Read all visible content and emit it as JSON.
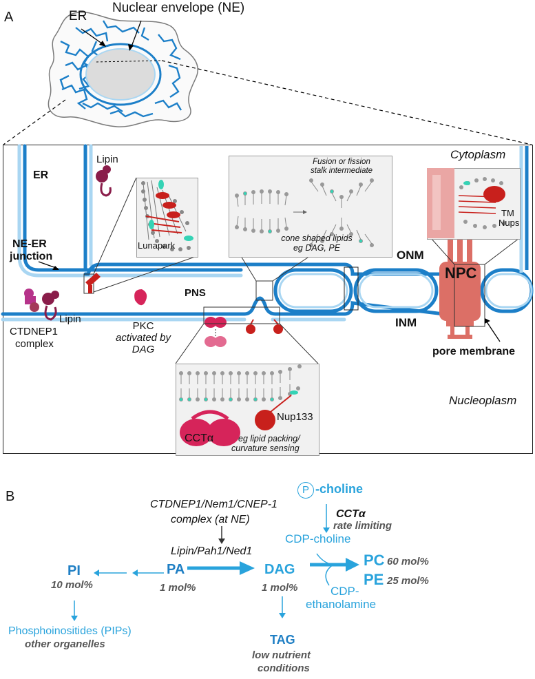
{
  "panel_a": {
    "letter": "A",
    "cell": {
      "er": "ER",
      "ne": "Nuclear envelope (NE)"
    },
    "labels": {
      "er": "ER",
      "lipin_top": "Lipin",
      "ne_er_junction_line1": "NE-ER",
      "ne_er_junction_line2": "junction",
      "cytoplasm": "Cytoplasm",
      "onm": "ONM",
      "pns": "PNS",
      "inm": "INM",
      "npc": "NPC",
      "pore_membrane": "pore membrane",
      "nucleoplasm": "Nucleoplasm",
      "ctdnep1_line1": "CTDNEP1",
      "ctdnep1_line2": "complex",
      "lipin_bottom": "Lipin",
      "pkc_line1": "PKC",
      "pkc_line2": "activated by",
      "pkc_line3": "DAG"
    },
    "insets": {
      "lunapark": "Lunapark",
      "fusion_line1": "Fusion or fission",
      "fusion_line2": "stalk intermediate",
      "cone_line1": "cone shaped lipids",
      "cone_line2": "eg DAG, PE",
      "tm_line1": "TM",
      "tm_line2": "Nups",
      "nup133": "Nup133",
      "cct": "CCTα",
      "packing_line1": "eg lipid packing/",
      "packing_line2": "curvature sensing"
    }
  },
  "panel_b": {
    "letter": "B",
    "p_symbol": "P",
    "choline": "-choline",
    "cct": "CCTα",
    "rate_limiting": "rate limiting",
    "complex_line1": "CTDNEP1/Nem1/CNEP-1",
    "complex_line2": "complex (at NE)",
    "cdp_choline": "CDP-choline",
    "lipin": "Lipin/Pah1/Ned1",
    "pi": "PI",
    "pi_mol": "10 mol%",
    "pa": "PA",
    "pa_mol": "1 mol%",
    "dag": "DAG",
    "dag_mol": "1 mol%",
    "pc": "PC",
    "pc_mol": "60 mol%",
    "pe": "PE",
    "pe_mol": "25 mol%",
    "cdp_eth_line1": "CDP-",
    "cdp_eth_line2": "ethanolamine",
    "pips": "Phosphoinositides (PIPs)",
    "other_organelles": "other organelles",
    "tag": "TAG",
    "low_nutrient_line1": "low nutrient",
    "low_nutrient_line2": "conditions"
  },
  "colors": {
    "membrane_dark": "#1c7fc8",
    "membrane_light": "#a9d6f2",
    "accent_blue": "#29a3dc",
    "lipin_dark": "#8a1d4a",
    "cct_pink": "#d6245a",
    "nup_red": "#c8201c",
    "npc_salmon": "#dc6f66"
  }
}
